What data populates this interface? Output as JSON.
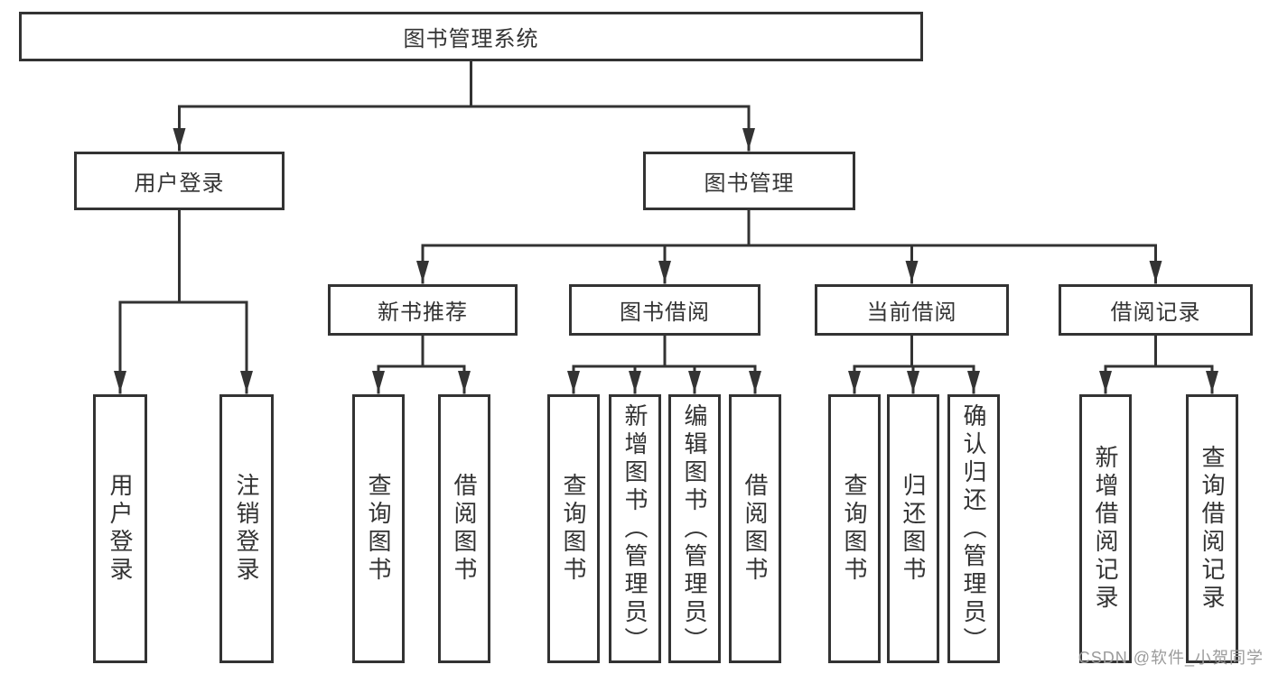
{
  "watermark": "CSDN @软件_小贺同学",
  "colors": {
    "line": "#333333",
    "text": "#333333",
    "box_background": "#ffffff",
    "watermark": "#9b9b9b"
  },
  "tree": {
    "root": {
      "label": "图书管理系统",
      "children": [
        {
          "label": "用户登录",
          "children": [
            {
              "label": "用户登录"
            },
            {
              "label": "注销登录"
            }
          ]
        },
        {
          "label": "图书管理",
          "children": [
            {
              "label": "新书推荐",
              "children": [
                {
                  "label": "查询图书"
                },
                {
                  "label": "借阅图书"
                }
              ]
            },
            {
              "label": "图书借阅",
              "children": [
                {
                  "label": "查询图书"
                },
                {
                  "label": "新增图书（管理员）"
                },
                {
                  "label": "编辑图书（管理员）"
                },
                {
                  "label": "借阅图书"
                }
              ]
            },
            {
              "label": "当前借阅",
              "children": [
                {
                  "label": "查询图书"
                },
                {
                  "label": "归还图书"
                },
                {
                  "label": "确认归还（管理员）"
                }
              ]
            },
            {
              "label": "借阅记录",
              "children": [
                {
                  "label": "新增借阅记录"
                },
                {
                  "label": "查询借阅记录"
                }
              ]
            }
          ]
        }
      ]
    }
  }
}
